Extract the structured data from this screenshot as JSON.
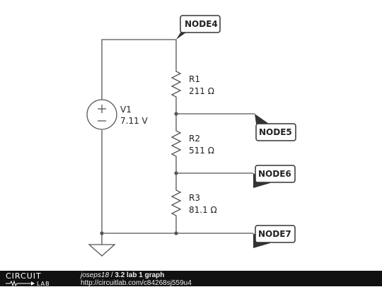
{
  "components": {
    "v1": {
      "name": "V1",
      "value": "7.11 V"
    },
    "r1": {
      "name": "R1",
      "value": "211 Ω"
    },
    "r2": {
      "name": "R2",
      "value": "511 Ω"
    },
    "r3": {
      "name": "R3",
      "value": "81.1 Ω"
    }
  },
  "nodes": {
    "node4": "NODE4",
    "node5": "NODE5",
    "node6": "NODE6",
    "node7": "NODE7"
  },
  "footer": {
    "logo_top": "CIRCUIT",
    "logo_bottom": "LAB",
    "user": "joseps18",
    "separator": "/",
    "title": "3.2 lab 1 graph",
    "url": "http://circuitlab.com/c84268sj559u4"
  }
}
